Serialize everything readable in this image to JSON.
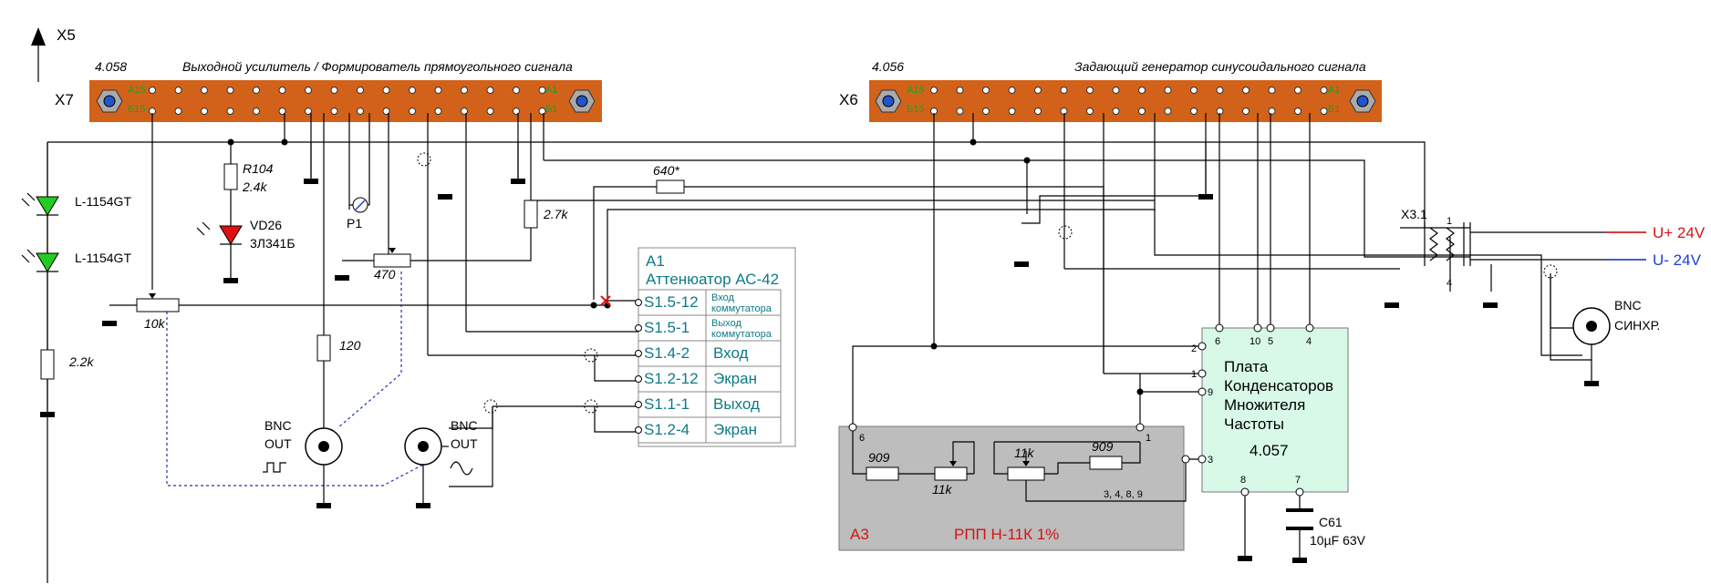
{
  "top_arrow_label": "X5",
  "x7": {
    "label": "X7",
    "board_id": "4.058",
    "title": "Выходной усилитель / Формирователь прямоугольного сигнала",
    "pin_a15": "A15",
    "pin_b15": "Б15",
    "pin_a1": "A1",
    "pin_b1": "Б1",
    "color": "#d2621a"
  },
  "x6": {
    "label": "X6",
    "board_id": "4.056",
    "title": "Задающий генератор синусоидального сигнала",
    "pin_a15": "A15",
    "pin_b15": "Б15",
    "pin_a1": "A1",
    "pin_b1": "Б1",
    "color": "#d2621a"
  },
  "components": {
    "led1": "L-1154GT",
    "led2": "L-1154GT",
    "r_2_2k": "2.2k",
    "r104_name": "R104",
    "r104_value": "2.4k",
    "vd26_name": "VD26",
    "vd26_part": "3Л341Б",
    "p1": "P1",
    "r_120": "120",
    "r_470": "470",
    "r_10k": "10k",
    "r_2_7k": "2.7k",
    "r_640": "640*",
    "bnc_out1_a": "BNC",
    "bnc_out1_b": "OUT",
    "bnc_out2_a": "BNC",
    "bnc_out2_b": "OUT",
    "bnc_sync_a": "BNC",
    "bnc_sync_b": "СИНХР.",
    "x3_1": "X3.1",
    "x3_pin1": "1",
    "x3_pin4": "4",
    "u_plus": "U+ 24V",
    "u_minus": "U- 24V",
    "c61_name": "C61",
    "c61_value": "10µF 63V"
  },
  "a1": {
    "title1": "A1",
    "title2": "Аттенюатор АС-42",
    "rows": [
      {
        "pin": "S1.5-12",
        "desc1": "Вход",
        "desc2": "коммутатора"
      },
      {
        "pin": "S1.5-1",
        "desc1": "Выход",
        "desc2": "коммутатора"
      },
      {
        "pin": "S1.4-2",
        "desc1": "Вход",
        "desc2": ""
      },
      {
        "pin": "S1.2-12",
        "desc1": "Экран",
        "desc2": ""
      },
      {
        "pin": "S1.1-1",
        "desc1": "Выход",
        "desc2": ""
      },
      {
        "pin": "S1.2-4",
        "desc1": "Экран",
        "desc2": ""
      }
    ],
    "color": "#0e7a86"
  },
  "a3": {
    "label": "A3",
    "name": "РПП Н-11К 1%",
    "r1": "909",
    "r2": "11k",
    "r3": "11k",
    "r4": "909",
    "pin6": "6",
    "pin1": "1",
    "pins_common": "3, 4, 8, 9",
    "color": "#bdbdbd"
  },
  "board4057": {
    "line1": "Плата",
    "line2": "Конденсаторов",
    "line3": "Множителя",
    "line4": "Частоты",
    "id": "4.057",
    "pin6": "6",
    "pin10": "10",
    "pin5": "5",
    "pin4": "4",
    "pin2": "2",
    "pin1": "1",
    "pin9": "9",
    "pin3": "3",
    "pin8": "8",
    "pin7": "7",
    "color": "#d8f8e8"
  },
  "colors": {
    "u_plus": "#d21414",
    "u_minus": "#1f3fd6",
    "led": "#22cc22",
    "vd": "#e01010",
    "x_mark": "#e01010"
  }
}
